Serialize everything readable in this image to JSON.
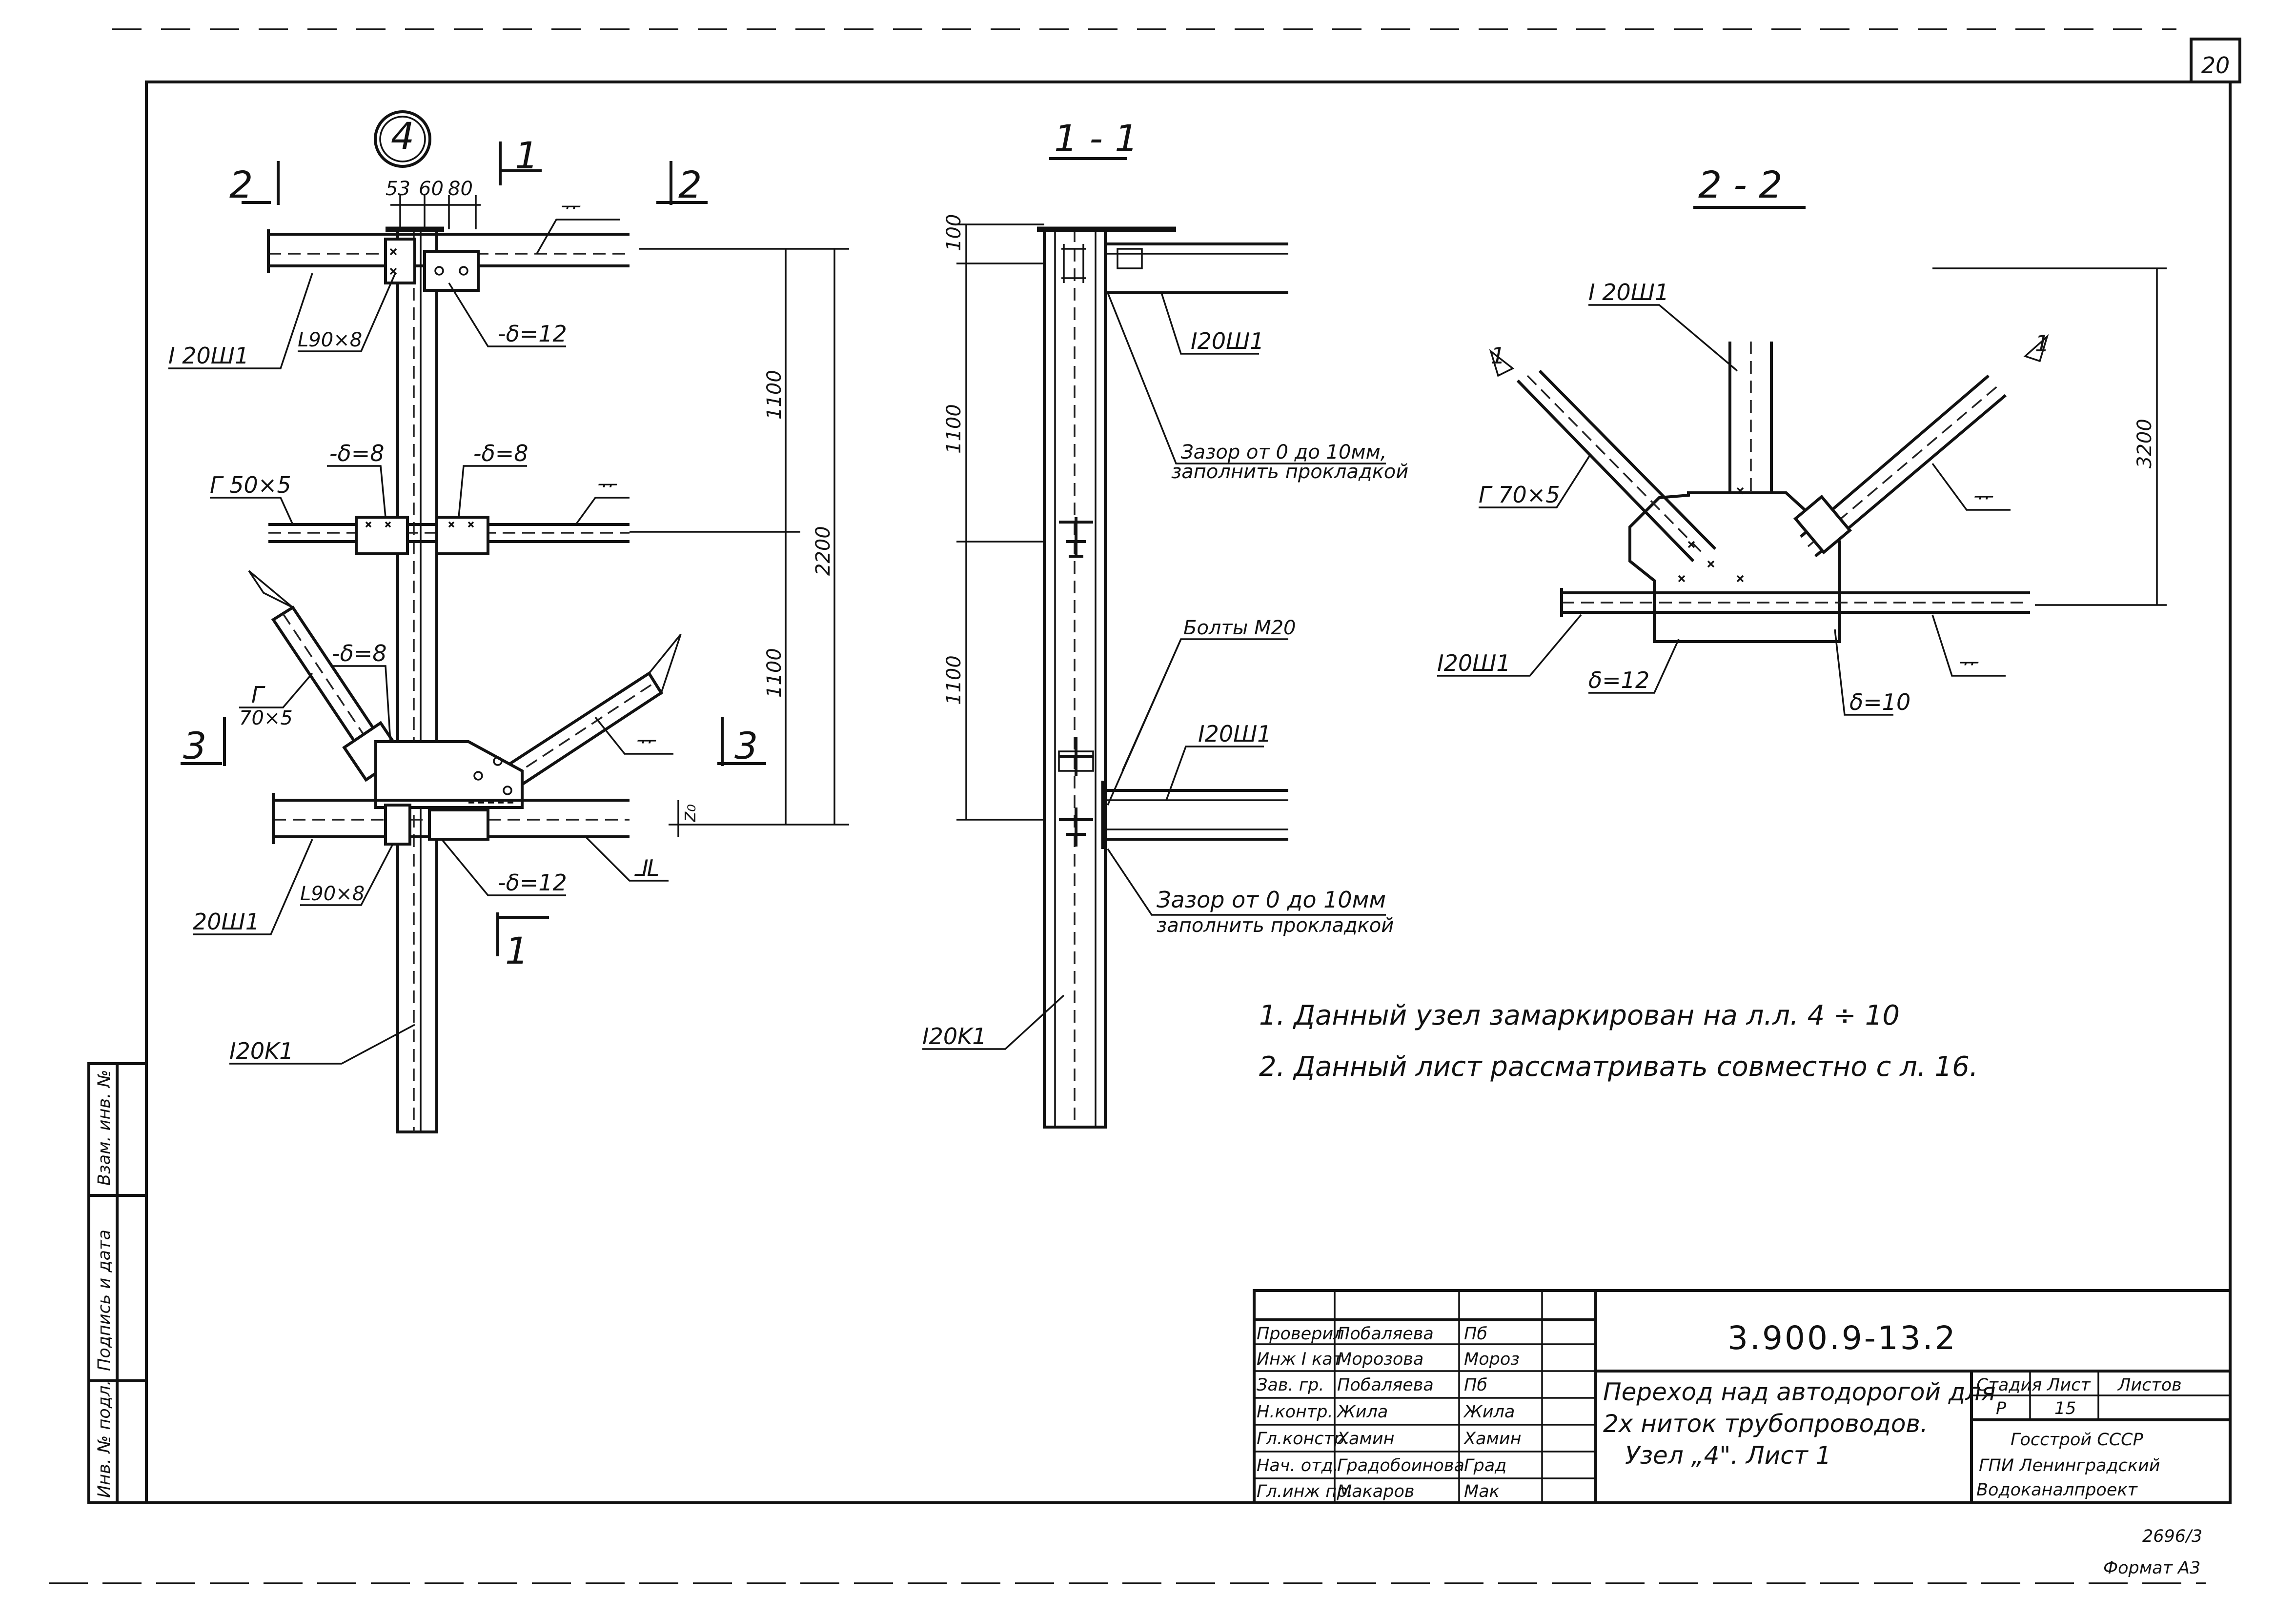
{
  "sheet_number": "20",
  "node_mark": "4",
  "plan_view": {
    "section_marks": {
      "left_2": "2",
      "right_2": "2",
      "top_1": "1",
      "bottom_1": "1",
      "left_3": "3",
      "right_3": "3"
    },
    "dims_top": [
      "53",
      "60",
      "80"
    ],
    "dims_right": [
      "1100",
      "1100",
      "2200"
    ],
    "z0_label": "z₀",
    "labels": {
      "beam_top": "I 20Ш1",
      "angle_top": "L90×8",
      "plate_top": "-δ=12",
      "tee_top": "ᅲ",
      "angle_mid": "Г 50×5",
      "plate_mid_left": "-δ=8",
      "plate_mid_right": "-δ=8",
      "tee_mid": "ᅲ",
      "angle_diag": "Г",
      "angle_diag_size": "70×5",
      "plate_diag": "-δ=8",
      "tee_diag": "ᅲ",
      "tee_bottom": "⅃L",
      "beam_bottom": "20Ш1",
      "angle_bottom": "L90×8",
      "plate_bottom": "-δ=12",
      "column": "I20K1"
    }
  },
  "section_1_1": {
    "title": "1 - 1",
    "dims": [
      "100",
      "1100",
      "1100"
    ],
    "labels": {
      "beam_top": "I20Ш1",
      "gap_top_1": "Зазор от 0 до 10мм,",
      "gap_top_2": "заполнить прокладкой",
      "bolts": "Болты М20",
      "beam_bottom": "I20Ш1",
      "gap_bottom_1": "Зазор от 0 до 10мм",
      "gap_bottom_2": "заполнить прокладкой",
      "column": "I20K1"
    }
  },
  "section_2_2": {
    "title": "2 - 2",
    "dim": "3200",
    "labels": {
      "column_top": "I 20Ш1",
      "angle_left": "Г 70×5",
      "tee_right": "ᅲ",
      "beam_left": "I20Ш1",
      "plate_12": "δ=12",
      "plate_10": "δ=10",
      "tee_bottom": "ᅲ",
      "cut_left": "1",
      "cut_right": "1"
    }
  },
  "notes": [
    "1. Данный узел замаркирован на л.л. 4 ÷ 10",
    "2. Данный лист рассматривать совместно с л. 16."
  ],
  "side_stamp": [
    "Инв. № подл.",
    "Подпись и дата",
    "Взам. инв. №"
  ],
  "title_block": {
    "signatures": [
      {
        "role": "Проверил",
        "name": "Побаляева",
        "sign": "Пб"
      },
      {
        "role": "Инж I кат",
        "name": "Морозова",
        "sign": "Мороз"
      },
      {
        "role": "Зав. гр.",
        "name": "Побаляева",
        "sign": "Пб"
      },
      {
        "role": "Н.контр.",
        "name": "Жила",
        "sign": "Жила"
      },
      {
        "role": "Гл.констр.",
        "name": "Хамин",
        "sign": "Хамин"
      },
      {
        "role": "Нач. отд.",
        "name": "Градобоинова",
        "sign": "Град"
      },
      {
        "role": "Гл.инж пр.",
        "name": "Макаров",
        "sign": "Мак"
      }
    ],
    "code": "3.900.9-13.2",
    "description_lines": [
      "Переход над автодорогой для",
      "2х ниток трубопроводов.",
      "Узел „4\".   Лист 1"
    ],
    "stage_header": "Стадия",
    "sheet_header": "Лист",
    "sheets_header": "Листов",
    "stage": "Р",
    "sheet": "15",
    "sheets": "",
    "org_lines": [
      "Госстрой СССР",
      "ГПИ Ленинградский",
      "Водоканалпроект"
    ]
  },
  "footer": {
    "number": "2696/3",
    "format": "Формат А3"
  }
}
